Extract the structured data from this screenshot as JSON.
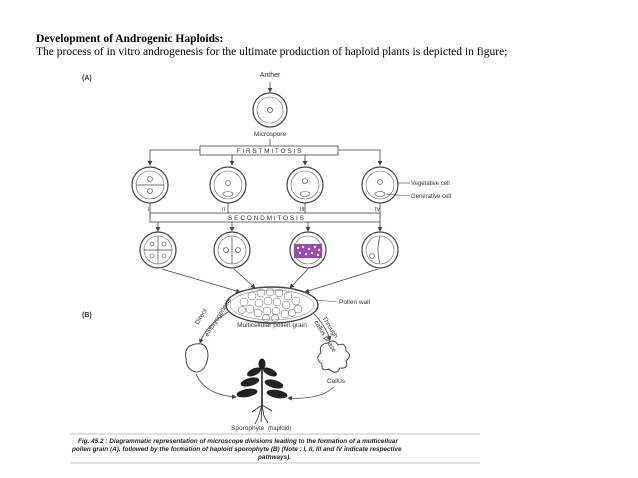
{
  "text": {
    "heading": "Development of Androgenic Haploids:",
    "intro": "The process of in vitro androgenesis for the ultimate production of haploid plants is depicted in figure;"
  },
  "figure": {
    "panel_a": "(A)",
    "panel_b": "(B)",
    "anther": "Anther",
    "microspore": "Microspore",
    "first_mitosis": "F I R S T     M I T O S I S",
    "second_mitosis": "S E C O N D     M I T O S I S",
    "vegetative_cell": "Vegetative cell",
    "generative_cell": "Generative cell",
    "path_1": "I",
    "path_2": "II",
    "path_3": "III",
    "path_4": "IV",
    "pollen_wall": "Pollen wall",
    "multicellular_pollen": "Multicellular pollen grain",
    "direct_embryogenesis_1": "Direct",
    "direct_embryogenesis_2": "embryogenesis",
    "through_callus_1": "Through",
    "through_callus_2": "callus phase",
    "callus": "Callus",
    "sporophyte": "Sporophyte",
    "haploid": "(haploid)",
    "caption_line1": "Fig. 45.2 : Diagrammatic representation of microscope divisions leading to the formation of a multicelluar",
    "caption_line2": "pollen grain (A), followed by the formation of haploid sporophyte (B) (Note : I, II, III and IV indicate respective",
    "caption_line3": "pathways)."
  },
  "colors": {
    "line": "#444444",
    "caption_rule": "#888888",
    "highlight": "#8a2aa8"
  }
}
